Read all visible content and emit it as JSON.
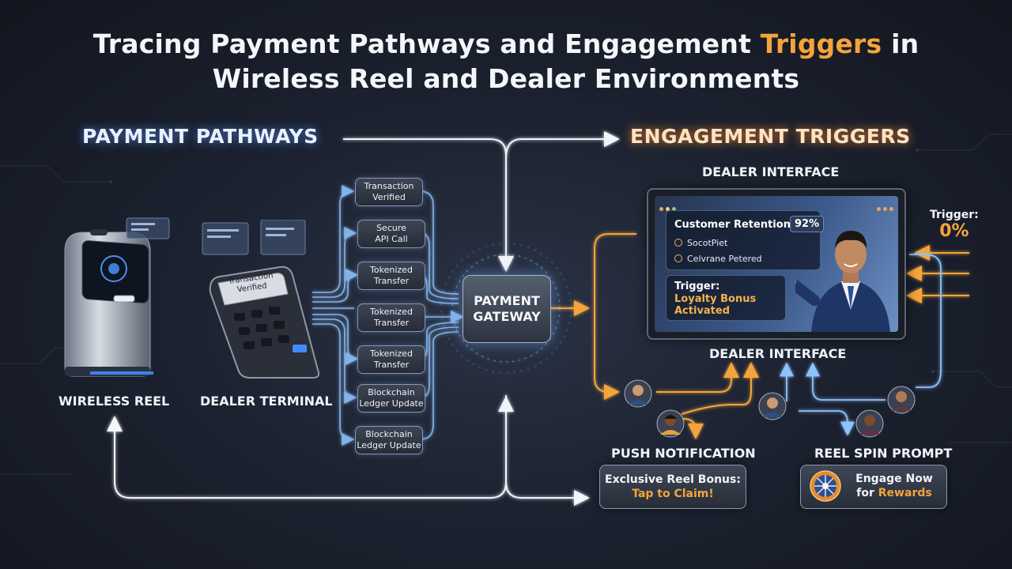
{
  "title": {
    "line1_before": "Tracing Payment Pathways and Engagement ",
    "line1_accent": "Triggers",
    "line1_after": " in",
    "line2": "Wireless Reel and Dealer Environments"
  },
  "sections": {
    "payment_pathways": "PAYMENT PATHWAYS",
    "engagement_triggers": "ENGAGEMENT TRIGGERS"
  },
  "devices": {
    "wireless_reel": "WIRELESS REEL",
    "dealer_terminal": "DEALER TERMINAL",
    "terminal_screen_line1": "Transaction",
    "terminal_screen_line2": "Verified"
  },
  "pathway_steps": [
    {
      "line1": "Transaction",
      "line2": "Verified"
    },
    {
      "line1": "Secure",
      "line2": "API Call"
    },
    {
      "line1": "Tokenized",
      "line2": "Transfer"
    },
    {
      "line1": "Tokenized",
      "line2": "Transfer"
    },
    {
      "line1": "Tokenized",
      "line2": "Transfer"
    },
    {
      "line1": "Blockchain",
      "line2": "Ledger Update"
    },
    {
      "line1": "Blockchain",
      "line2": "Ledger Update"
    }
  ],
  "gateway": {
    "line1": "PAYMENT",
    "line2": "GATEWAY"
  },
  "dealer_interface": {
    "top_label": "DEALER INTERFACE",
    "bottom_label": "DEALER INTERFACE",
    "retention_label": "Customer Retention:",
    "retention_value": "92%",
    "row1": "SocotPiet",
    "row2": "Celvrane Petered",
    "trigger_label": "Trigger:",
    "trigger_value": "Loyalty Bonus Activated"
  },
  "side_trigger": {
    "label": "Trigger:",
    "value": "0%"
  },
  "push_notification": {
    "label": "PUSH NOTIFICATION",
    "line1": "Exclusive Reel Bonus:",
    "line2": "Tap to Claim!"
  },
  "reel_spin": {
    "label": "REEL SPIN PROMPT",
    "line1": "Engage Now",
    "line2_prefix": "for ",
    "line2_accent": "Rewards"
  },
  "colors": {
    "accent_orange": "#f5a43a",
    "flow_blue": "#8fc2ff",
    "flow_white": "#f2f5fa",
    "background": "#1c2230"
  }
}
